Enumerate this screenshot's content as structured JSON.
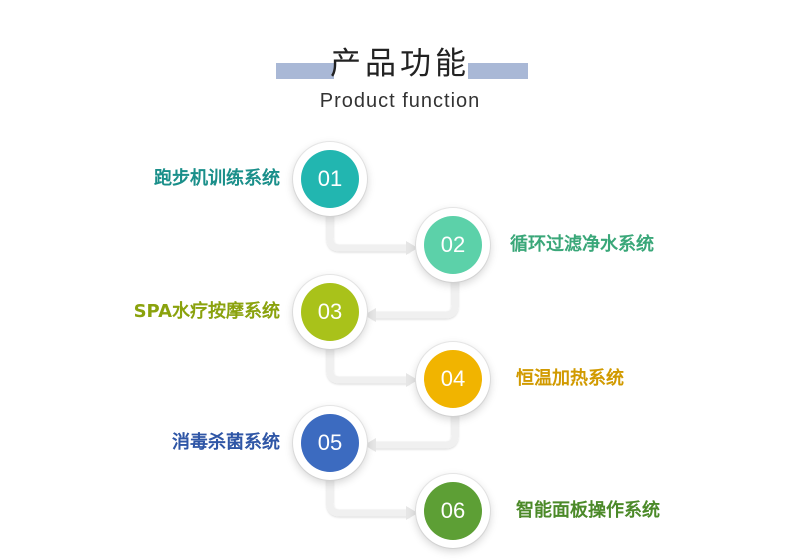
{
  "header": {
    "title_zh": "产品功能",
    "title_en": "Product function",
    "bar_color": "#a9b8d6"
  },
  "steps": [
    {
      "number": "01",
      "label": "跑步机训练系统",
      "color": "#22b6b0",
      "label_color": "#1a8f8a",
      "side": "left"
    },
    {
      "number": "02",
      "label": "循环过滤净水系统",
      "color": "#5cd1a9",
      "label_color": "#3aa779",
      "side": "right"
    },
    {
      "number": "03",
      "label": "SPA水疗按摩系统",
      "color": "#a9c21a",
      "label_color": "#8aa20d",
      "side": "left"
    },
    {
      "number": "04",
      "label": "恒温加热系统",
      "color": "#f1b400",
      "label_color": "#d19a00",
      "side": "right"
    },
    {
      "number": "05",
      "label": "消毒杀菌系统",
      "color": "#3c6bc0",
      "label_color": "#2f56a6",
      "side": "left"
    },
    {
      "number": "06",
      "label": "智能面板操作系统",
      "color": "#5d9f35",
      "label_color": "#4c8a29",
      "side": "right"
    }
  ]
}
